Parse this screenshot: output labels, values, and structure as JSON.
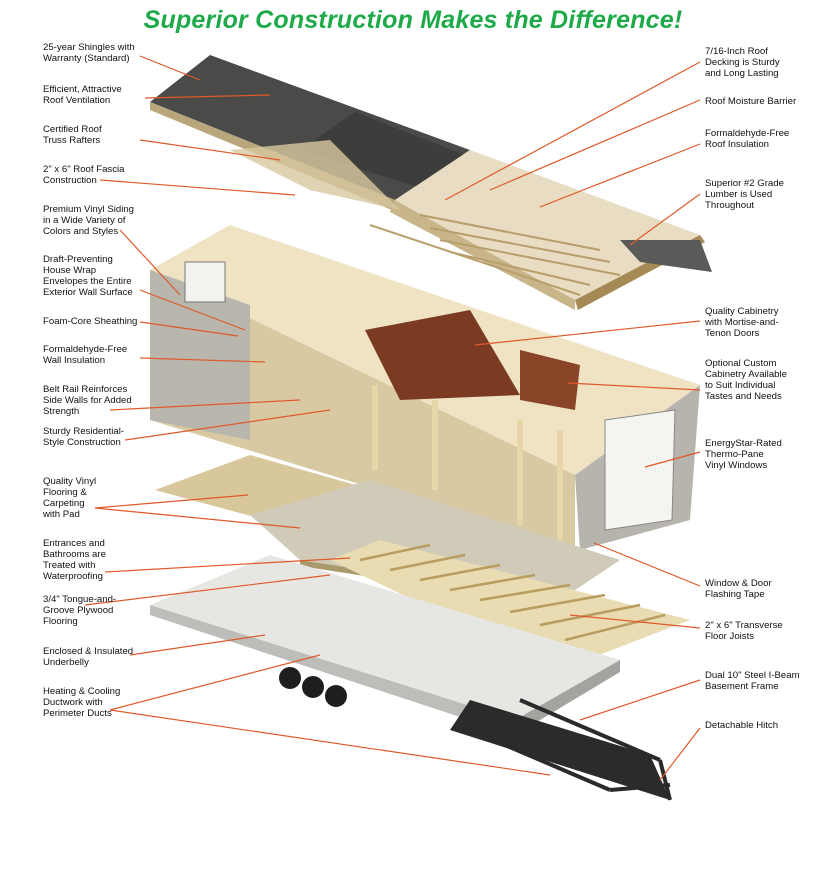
{
  "title": "Superior Construction Makes the Difference!",
  "colors": {
    "title": "#1faa4a",
    "leader": "#e0592a"
  },
  "left_labels": [
    "25-year Shingles with\nWarranty (Standard)",
    "Efficient, Attractive\nRoof Ventilation",
    "Certified Roof\nTruss Rafters",
    "2\" x 6\" Roof Fascia\nConstruction",
    "Premium Vinyl Siding\nin a Wide Variety of\nColors and Styles",
    "Draft-Preventing\nHouse Wrap\nEnvelopes the Entire\nExterior Wall Surface",
    "Foam-Core Sheathing",
    "Formaldehyde-Free\nWall Insulation",
    "Belt Rail Reinforces\nSide Walls for Added\nStrength",
    "Sturdy Residential-\nStyle Construction",
    "Quality Vinyl\nFlooring &\nCarpeting\nwith Pad",
    "Entrances and\nBathrooms are\nTreated with\nWaterproofing",
    "3/4\" Tongue-and-\nGroove Plywood\nFlooring",
    "Enclosed & Insulated\nUnderbelly",
    "Heating & Cooling\nDuctwork with\nPerimeter Ducts"
  ],
  "right_labels": [
    "7/16-Inch Roof\nDecking is Sturdy\nand Long Lasting",
    "Roof Moisture Barrier",
    "Formaldehyde-Free\nRoof Insulation",
    "Superior #2 Grade\nLumber is Used\nThroughout",
    "Quality Cabinetry\nwith Mortise-and-\nTenon Doors",
    "Optional Custom\nCabinetry Available\nto Suit Individual\nTastes and Needs",
    "EnergyStar-Rated\nThermo-Pane\nVinyl Windows",
    "Window & Door\nFlashing Tape",
    "2\" x 6\" Transverse\nFloor Joists",
    "Dual 10\" Steel I-Beam\nBasement Frame",
    "Detachable Hitch"
  ]
}
